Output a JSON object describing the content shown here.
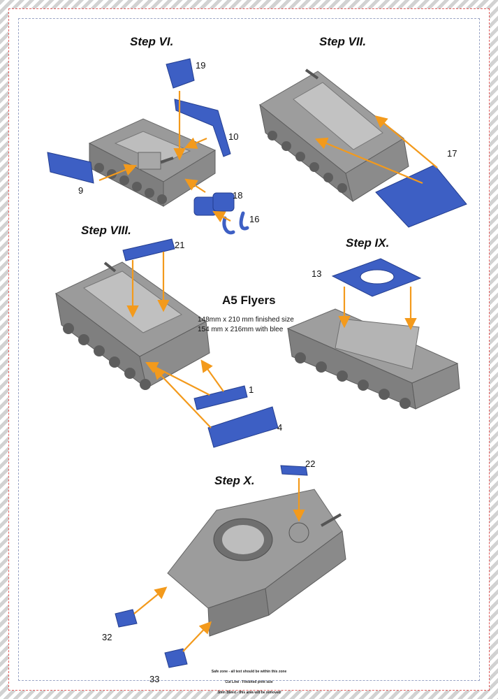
{
  "steps": [
    {
      "id": "step-vi",
      "title": "Step VI.",
      "parts": [
        "19",
        "10",
        "9",
        "18",
        "16"
      ]
    },
    {
      "id": "step-vii",
      "title": "Step VII.",
      "parts": [
        "17"
      ]
    },
    {
      "id": "step-viii",
      "title": "Step VIII.",
      "parts": [
        "21",
        "1",
        "4"
      ]
    },
    {
      "id": "step-ix",
      "title": "Step IX.",
      "parts": [
        "13"
      ]
    },
    {
      "id": "step-x",
      "title": "Step X.",
      "parts": [
        "22",
        "32",
        "33"
      ]
    }
  ],
  "flyer": {
    "title": "A5 Flyers",
    "line1": "148mm x 210 mm finished size",
    "line2": "154 mm x 216mm with blee"
  },
  "footer": {
    "safe_zone": "Safe zone - all text should be within this zone",
    "cut_line": "Cut Line - Finished print size",
    "bleed": "3mm Bleed - this area will be removed"
  },
  "colors": {
    "part_blue": "#3d5fc4",
    "model_grey": "#8f8f8f",
    "arrow_orange": "#f39a1c"
  }
}
